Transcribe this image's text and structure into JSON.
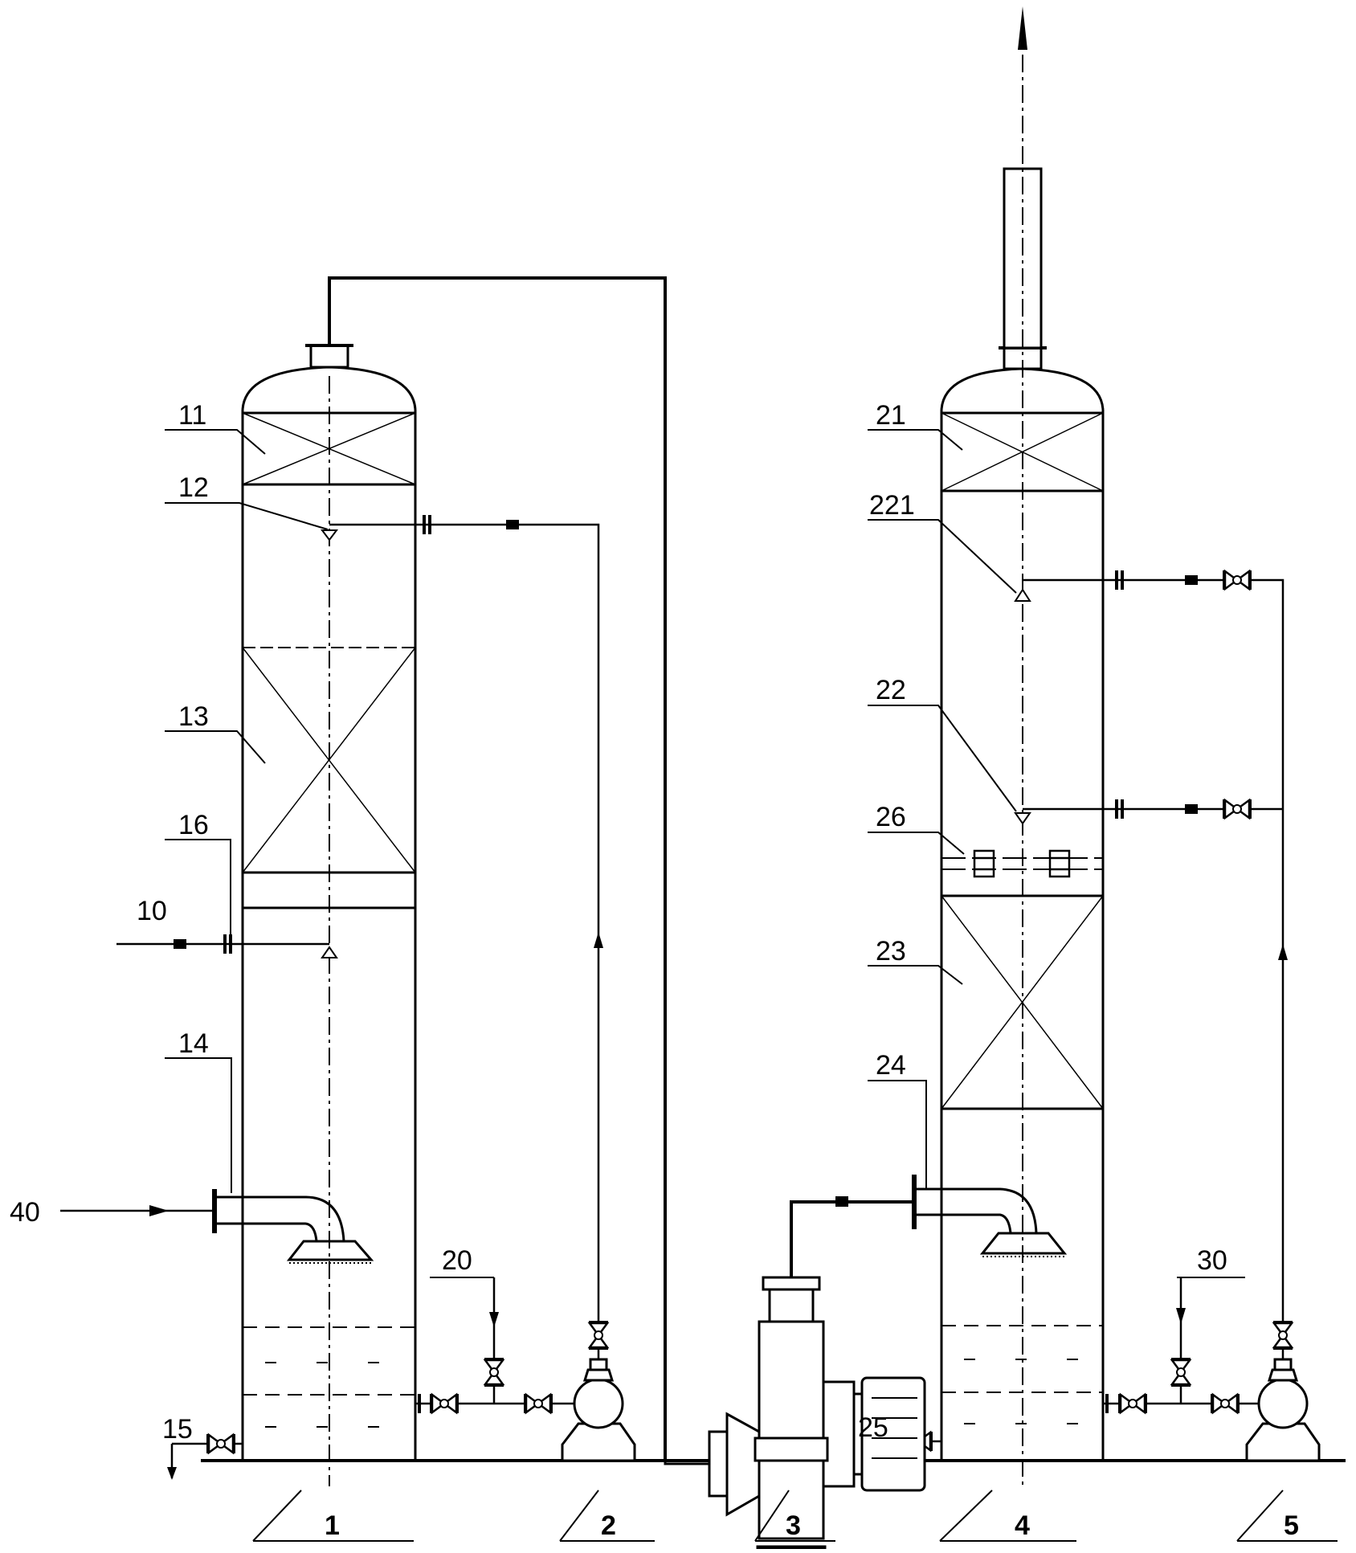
{
  "colors": {
    "line": "#000000",
    "background": "#ffffff"
  },
  "labels": {
    "n1": "1",
    "n2": "2",
    "n3": "3",
    "n4": "4",
    "n5": "5",
    "n10": "10",
    "n11": "11",
    "n12": "12",
    "n13": "13",
    "n14": "14",
    "n15": "15",
    "n16": "16",
    "n20": "20",
    "n21": "21",
    "n22": "22",
    "n221": "221",
    "n23": "23",
    "n24": "24",
    "n25": "25",
    "n26": "26",
    "n30": "30",
    "n40": "40"
  }
}
